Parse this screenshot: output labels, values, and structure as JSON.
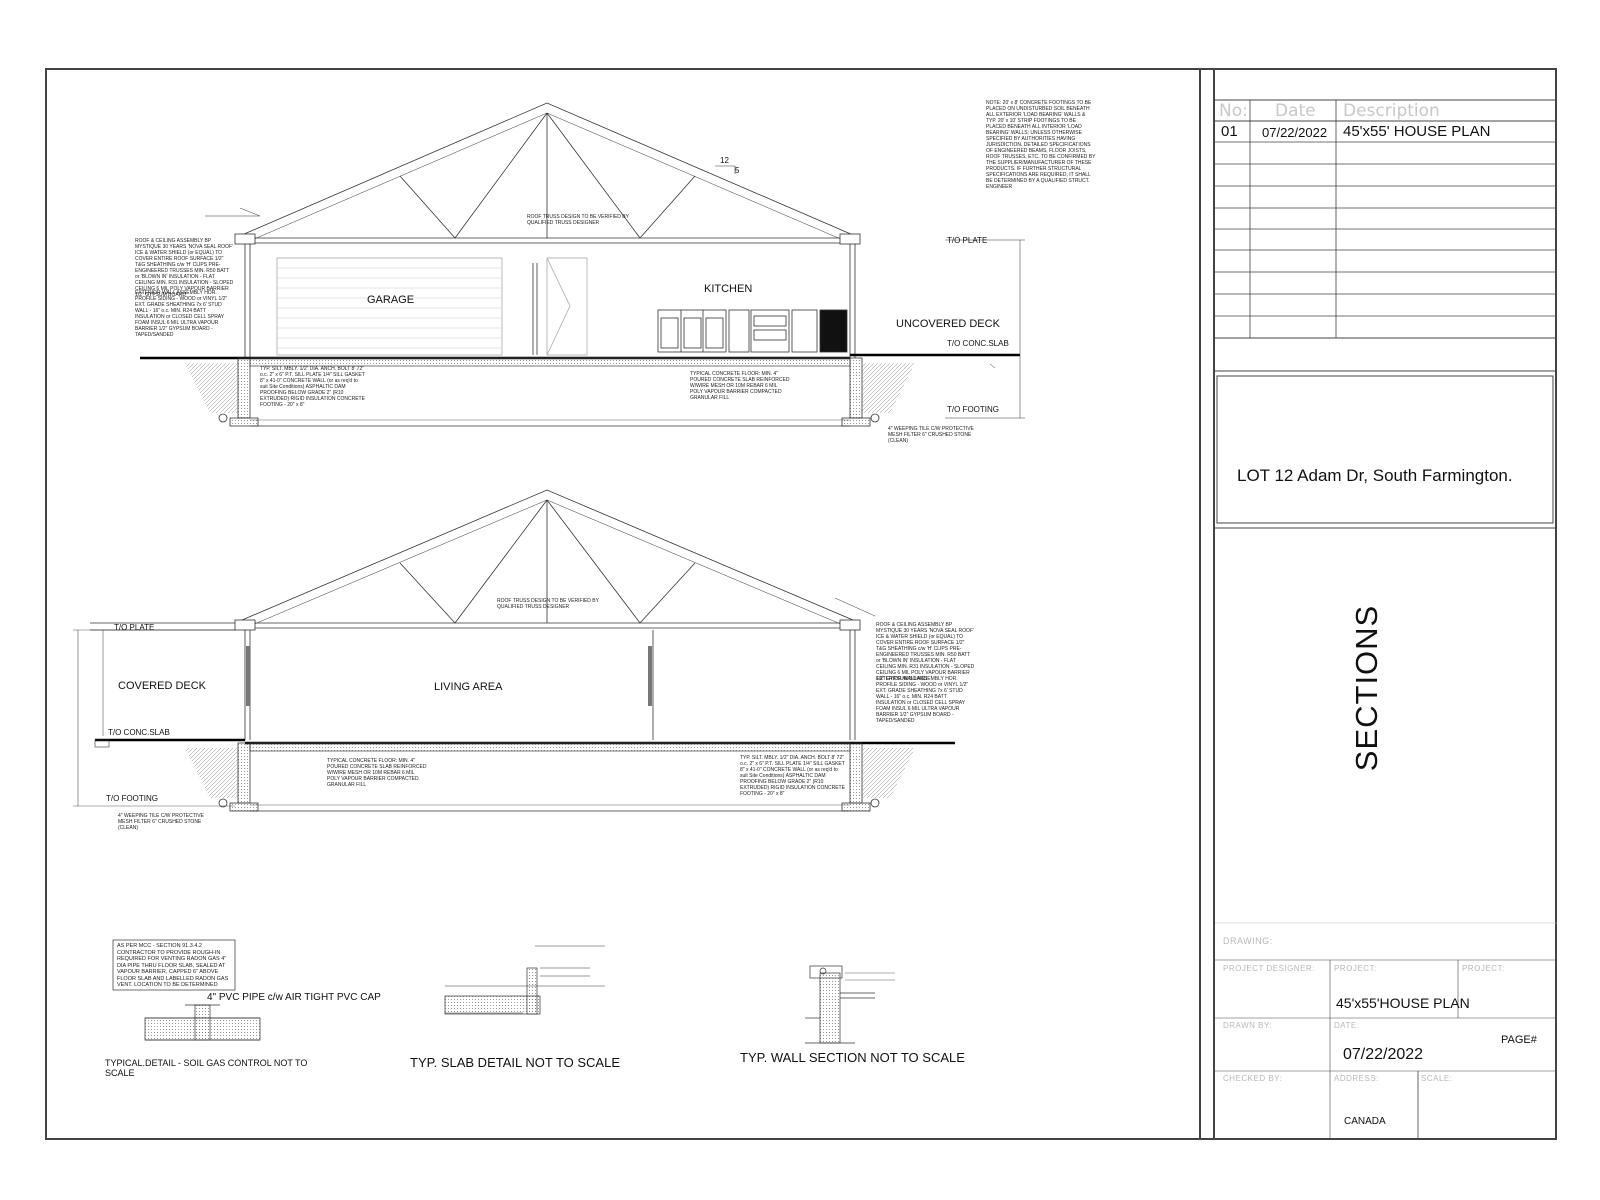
{
  "drawing": {
    "section1": {
      "rooms": {
        "garage": "GARAGE",
        "kitchen": "KITCHEN",
        "uncovered_deck": "UNCOVERED DECK"
      },
      "slope": {
        "run": "12",
        "rise": "5"
      },
      "levels": {
        "plate": "T/O PLATE",
        "slab": "T/O CONC.SLAB",
        "footing": "T/O FOOTING"
      },
      "notes": {
        "truss": "ROOF TRUSS DESIGN TO BE VERIFIED BY QUALIFIED TRUSS DESIGNER",
        "footing_note": "NOTE: 20' x 8' CONCRETE FOOTINGS TO BE PLACED ON UNDISTURBED SOIL BENEATH ALL EXTERIOR 'LOAD BEARING' WALLS & TYP. 20' x 10' STRIP FOOTINGS TO BE PLACED BENEATH ALL INTERIOR 'LOAD BEARING' WALLS; UNLESS OTHERWISE SPECIFIED BY AUTHORITIES HAVING JURISDICTION. DETAILED SPECIFICATIONS OF ENGINEERED BEAMS, FLOOR JOISTS, ROOF TRUSSES, ETC. TO BE CONFIRMED BY THE SUPPLIER/MANUFACTURER OF THESE PRODUCTS. IF FURTHER STRUCTURAL SPECIFICATIONS ARE REQUIRED, IT SHALL BE DETERMINED BY A QUALIFIED STRUCT. ENGINEER",
        "roof_assembly": "ROOF & CEILING ASSEMBLY BP MYSTIQUE 30 YEARS 'NOVA SEAL ROOF' ICE & WATER SHIELD (or EQUAL) TO COVER ENTIRE ROOF SURFACE 1/2\" T&G SHEATHING c/w 'H' CLIPS PRE-ENGINEERED TRUSSES MIN. R50 BATT or 'BLOWN IN' INSULATION - FLAT CEILING MIN. R31 INSULATION - SLOPED CEILING 6 MIL POLY VAPOUR BARRIER 1/2\" GYPSUM BOARD",
        "wall_assembly": "EXTERIOR WALL ASSEMBLY HOR. PROFILE SIDING - WOOD or VINYL 1/2\" EXT. GRADE SHEATHING 7x 6' STUD WALL - 16\" o.c. MIN. R24 BATT INSULATION or CLOSED CELL SPRAY FOAM INSUL 6 MIL ULTRA VAPOUR BARRIER 1/2\" GYPSUM BOARD - TAPED/SANDED",
        "sill": "TYP. SILT. MBLY. 1/2\" DIA. ANCH. BOLT 8' 72\" o.c. 2\" x 6\" P.T. SILL PLATE 1/4\" SILL GASKET 8\" x 41-0\" CONCRETE WALL (or as req'd to suit Site Conditions) ASPHALTIC DAM PROOFING BELOW GRADE 2\" (R10 EXTRUDED) RIGID INSULATION CONCRETE FOOTING - 20\" x 8\"",
        "floor": "TYPICAL CONCRETE FLOOR: MIN. 4\" POURED CONCRETE SLAB REINFORCED W/WIRE MESH OR 10M REBAR 6 MIL POLY VAPOUR BARRIER COMPACTED GRANULAR FILL",
        "weeping": "4\" WEEPING TILE C/W PROTECTIVE MESH FILTER 6\" CRUSHED STONE (CLEAN)"
      }
    },
    "section2": {
      "rooms": {
        "covered_deck": "COVERED DECK",
        "living_area": "LIVING AREA"
      },
      "levels": {
        "plate": "T/O PLATE",
        "slab": "T/O CONC.SLAB",
        "footing": "T/O FOOTING"
      },
      "notes": {
        "truss": "ROOF TRUSS DESIGN TO BE VERIFIED BY QUALIFIED TRUSS DESIGNER",
        "roof_assembly": "ROOF & CEILING ASSEMBLY BP MYSTIQUE 30 YEARS 'NOVA SEAL ROOF' ICE & WATER SHIELD (or EQUAL) TO COVER ENTIRE ROOF SURFACE 1/2\" T&G SHEATHING c/w 'H' CLIPS PRE-ENGINEERED TRUSSES MIN. R50 BATT or 'BLOWN IN' INSULATION - FLAT CEILING MIN. R31 INSULATION - SLOPED CEILING 6 MIL POLY VAPOUR BARRIER 1/2\" GYPSUM BOARD",
        "wall_assembly": "EXTERIOR WALL ASSEMBLY HOR. PROFILE SIDING - WOOD or VINYL 1/2\" EXT. GRADE SHEATHING 7x 6' STUD WALL - 16\" o.c. MIN. R24 BATT INSULATION or CLOSED CELL SPRAY FOAM INSUL 6 MIL ULTRA VAPOUR BARRIER 1/2\" GYPSUM BOARD - TAPED/SANDED",
        "floor": "TYPICAL CONCRETE FLOOR: MIN. 4\" POURED CONCRETE SLAB REINFORCED W/WIRE MESH OR 10M REBAR 6 MIL POLY VAPOUR BARRIER COMPACTED GRANULAR FILL",
        "sill": "TYP. SILT. MBLY. 1/2\" DIA. ANCH. BOLT 8' 72\" o.c. 2\" x 6\" P.T. SILL PLATE 1/4\" SILL GASKET 8\" x 41-0\" CONCRETE WALL (or as req'd to suit Site Conditions) ASPHALTIC DAM PROOFING BELOW GRADE 2\" (R10 EXTRUDED) RIGID INSULATION CONCRETE FOOTING - 20\" x 8\"",
        "weeping": "4\" WEEPING TILE C/W PROTECTIVE MESH FILTER 6\" CRUSHED STONE (CLEAN)"
      }
    },
    "details": {
      "radon_note": "AS PER MCC - SECTION 91.3.4.2 CONTRACTOR TO PROVIDE ROUGH-IN REQUIRED FOR VENTING RADON GAS 4\" DIA PIPE THRU FLOOR SLAB, SEALED AT VAPOUR BARRIER, CAPPED 6\" ABOVE FLOOR SLAB AND LABELLED RADON GAS VENT. LOCATION TO BE DETERMINED",
      "pvc_label": "4\" PVC PIPE c/w AIR TIGHT PVC CAP",
      "soil_caption": "TYPICAL.DETAIL - SOIL GAS CONTROL NOT TO SCALE",
      "slab_caption": "TYP. SLAB DETAIL NOT TO SCALE",
      "wall_caption": "TYP. WALL SECTION NOT TO SCALE"
    }
  },
  "title_block": {
    "revision_headers": {
      "no": "No:",
      "date": "Date",
      "description": "Description"
    },
    "revisions": [
      {
        "no": "01",
        "date": "07/22/2022",
        "description": "45'x55' HOUSE PLAN"
      }
    ],
    "address": "LOT 12 Adam Dr, South Farmington.",
    "sheet_title": "SECTIONS",
    "labels": {
      "drawing": "DRAWING:",
      "project_designer": "PROJECT DESIGNER:",
      "project": "PROJECT:",
      "project2": "PROJECT:",
      "drawn_by": "DRAWN BY:",
      "date": "DATE:",
      "checked_by": "CHECKED BY:",
      "address": "ADDRESS:",
      "scale": "SCALE:"
    },
    "values": {
      "project": "45'x55'HOUSE PLAN",
      "date": "07/22/2022",
      "page": "PAGE#",
      "country": "CANADA"
    }
  }
}
